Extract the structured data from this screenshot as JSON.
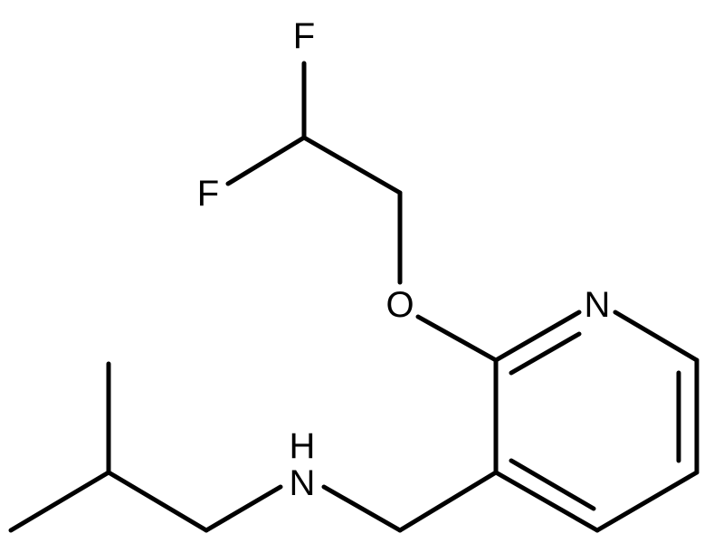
{
  "structure": {
    "atoms": {
      "f_top": "F",
      "f_left": "F",
      "oxygen": "O",
      "nitrogen_ring": "N",
      "nitrogen_amine": "N",
      "hydrogen_amine": "H"
    }
  },
  "colors": {
    "bond": "#000000",
    "background": "#ffffff"
  }
}
